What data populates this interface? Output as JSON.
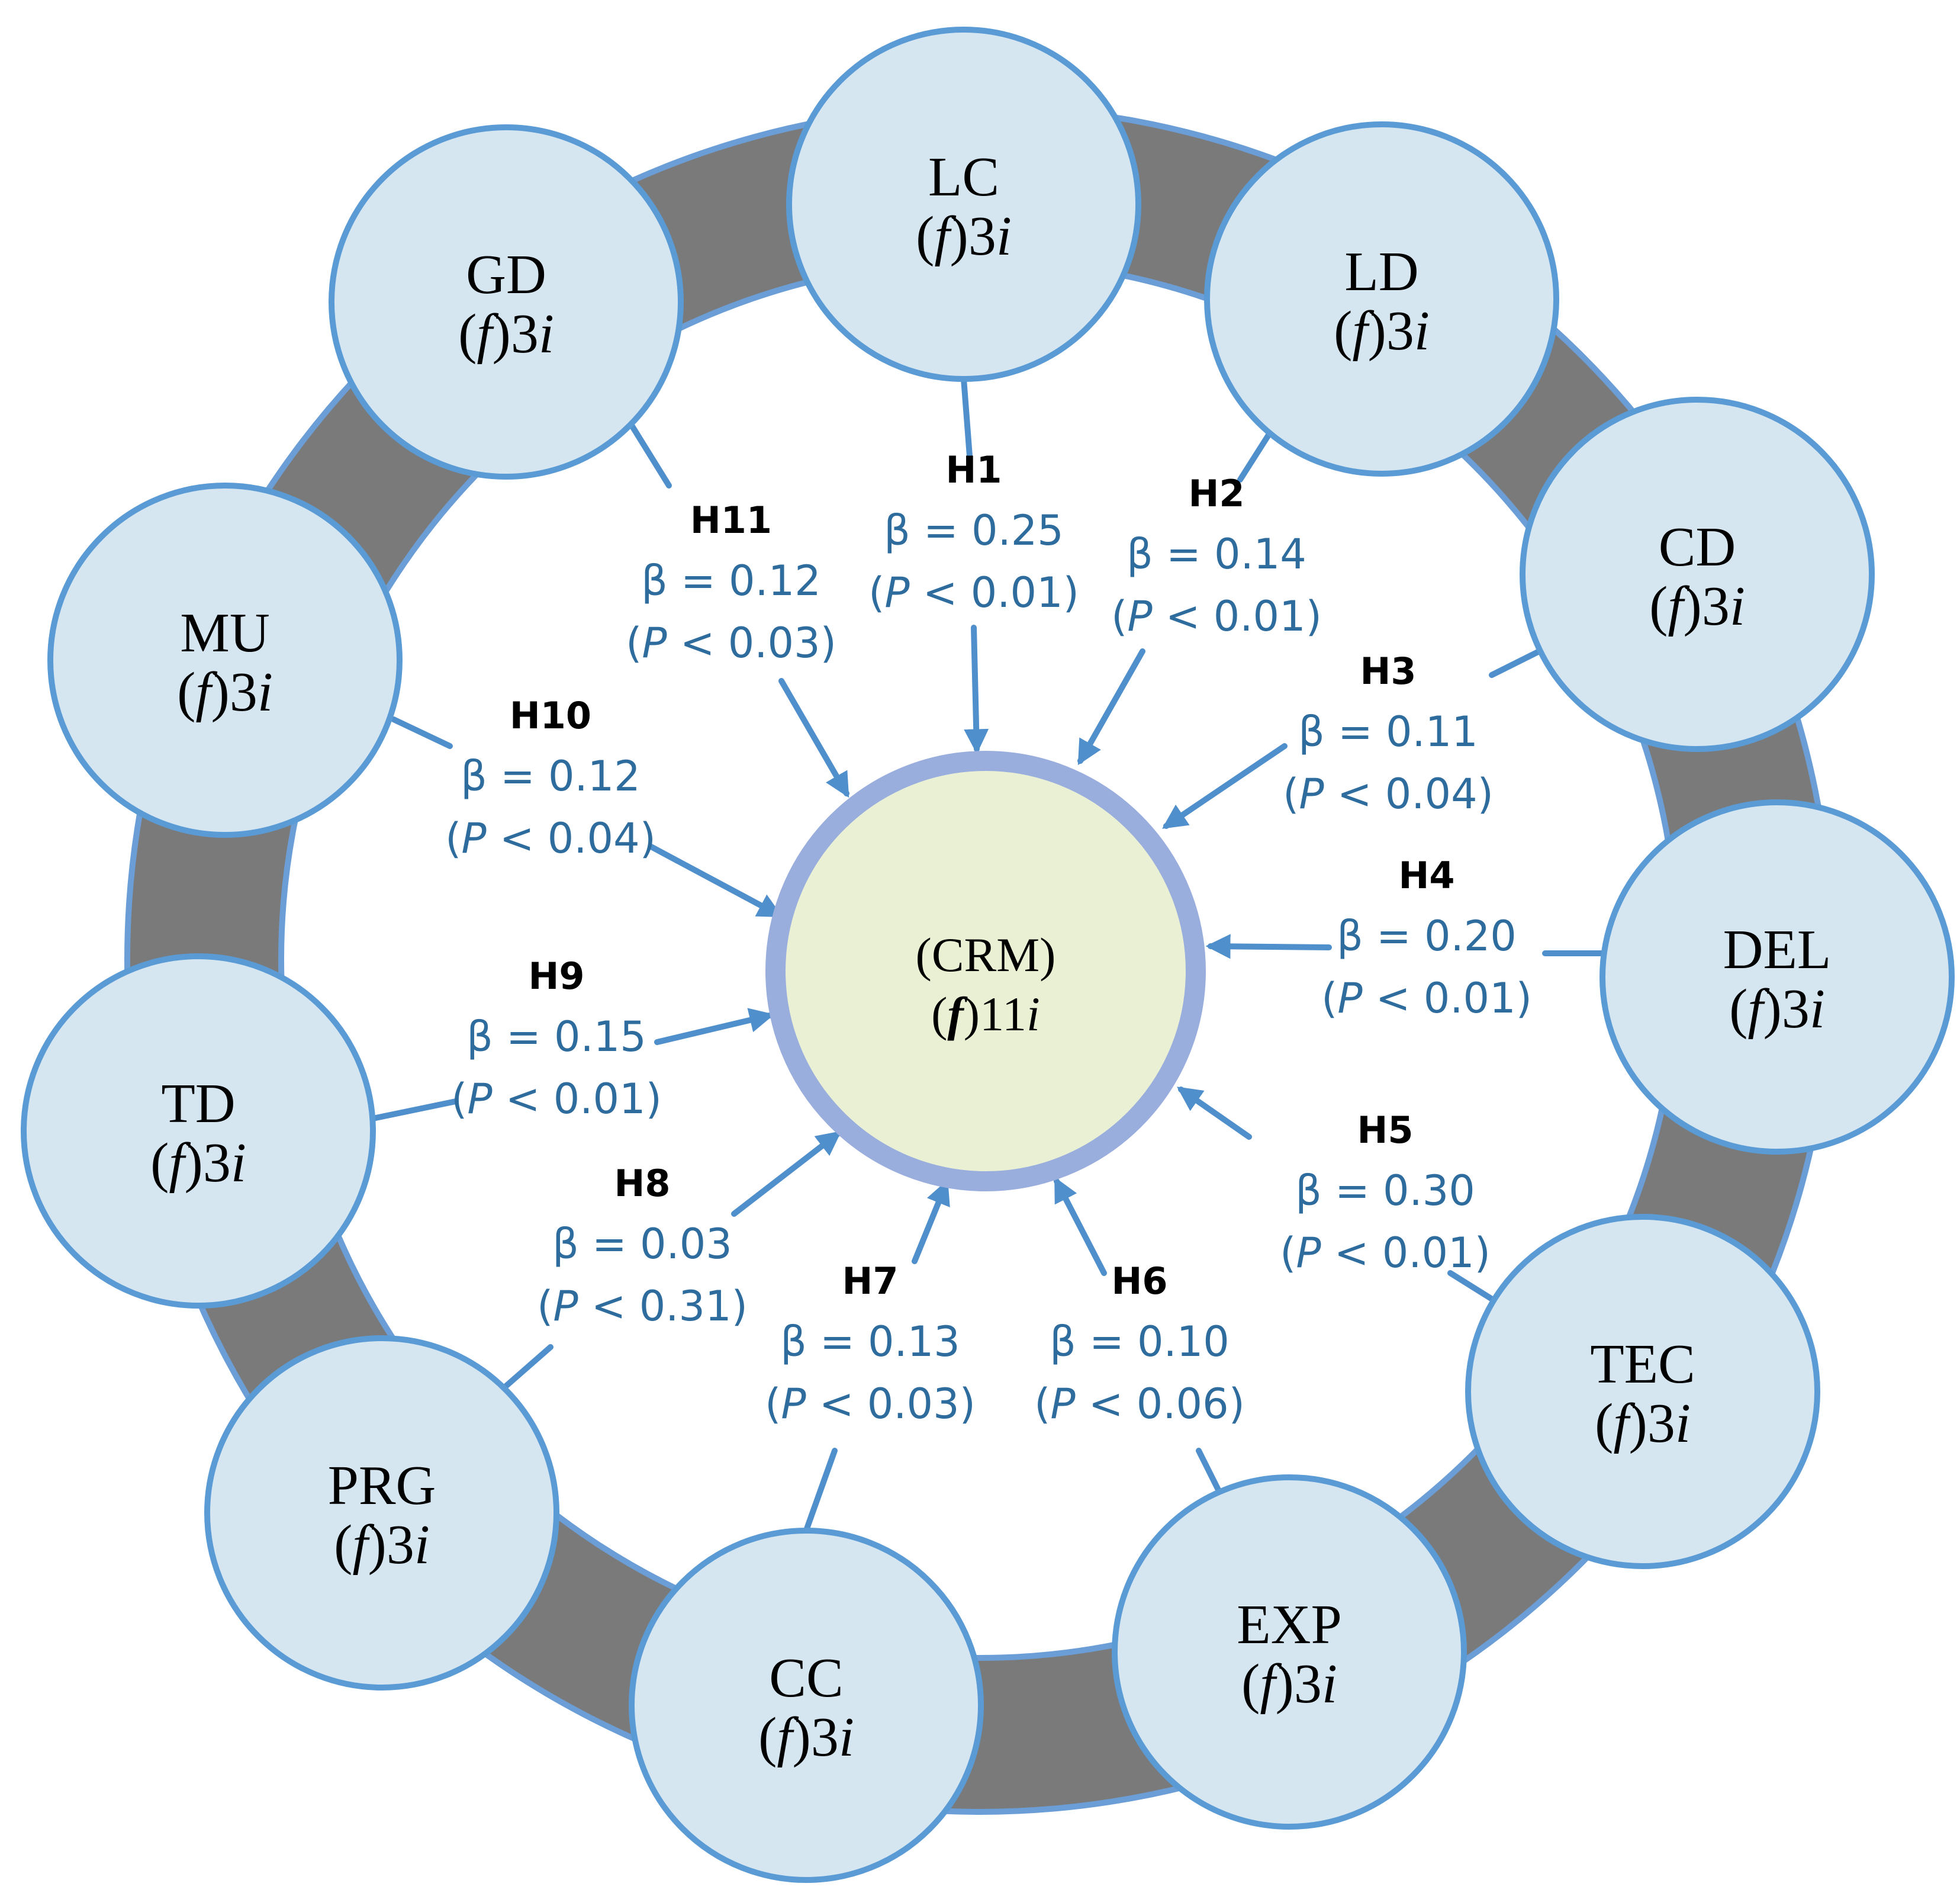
{
  "colors": {
    "ring": "#7a7a7a",
    "ring_edge": "#6b9ed6",
    "node_fill": "#d6e6f0",
    "node_stroke": "#5b9bd5",
    "center_fill": "#eaf0d4",
    "center_ring": "#9aaede",
    "arrow": "#4f8fcc",
    "value_text": "#2e6c9e"
  },
  "center": {
    "name": "(CRM)",
    "formula_f": "f",
    "formula_n": "11",
    "formula_i": "i"
  },
  "nodes": [
    {
      "id": "LC",
      "name": "LC",
      "formula_f": "f",
      "formula_n": "3",
      "formula_i": "i"
    },
    {
      "id": "LD",
      "name": "LD",
      "formula_f": "f",
      "formula_n": "3",
      "formula_i": "i"
    },
    {
      "id": "CD",
      "name": "CD",
      "formula_f": "f",
      "formula_n": "3",
      "formula_i": "i"
    },
    {
      "id": "DEL",
      "name": "DEL",
      "formula_f": "f",
      "formula_n": "3",
      "formula_i": "i"
    },
    {
      "id": "TEC",
      "name": "TEC",
      "formula_f": "f",
      "formula_n": "3",
      "formula_i": "i"
    },
    {
      "id": "EXP",
      "name": "EXP",
      "formula_f": "f",
      "formula_n": "3",
      "formula_i": "i"
    },
    {
      "id": "CC",
      "name": "CC",
      "formula_f": "f",
      "formula_n": "3",
      "formula_i": "i"
    },
    {
      "id": "PRG",
      "name": "PRG",
      "formula_f": "f",
      "formula_n": "3",
      "formula_i": "i"
    },
    {
      "id": "TD",
      "name": "TD",
      "formula_f": "f",
      "formula_n": "3",
      "formula_i": "i"
    },
    {
      "id": "MU",
      "name": "MU",
      "formula_f": "f",
      "formula_n": "3",
      "formula_i": "i"
    },
    {
      "id": "GD",
      "name": "GD",
      "formula_f": "f",
      "formula_n": "3",
      "formula_i": "i"
    }
  ],
  "hypotheses": [
    {
      "from": "LC",
      "label": "H1",
      "beta": "β = 0.25",
      "p_letter": "P",
      "p_rest": " < 0.01)"
    },
    {
      "from": "LD",
      "label": "H2",
      "beta": "β = 0.14",
      "p_letter": "P",
      "p_rest": " < 0.01)"
    },
    {
      "from": "CD",
      "label": "H3",
      "beta": "β = 0.11",
      "p_letter": "P",
      "p_rest": " < 0.04)"
    },
    {
      "from": "DEL",
      "label": "H4",
      "beta": "β = 0.20",
      "p_letter": "P",
      "p_rest": " < 0.01)"
    },
    {
      "from": "TEC",
      "label": "H5",
      "beta": "β = 0.30",
      "p_letter": "P",
      "p_rest": " < 0.01)"
    },
    {
      "from": "EXP",
      "label": "H6",
      "beta": "β = 0.10",
      "p_letter": "P",
      "p_rest": " < 0.06)"
    },
    {
      "from": "CC",
      "label": "H7",
      "beta": "β = 0.13",
      "p_letter": "P",
      "p_rest": " < 0.03)"
    },
    {
      "from": "PRG",
      "label": "H8",
      "beta": "β = 0.03",
      "p_letter": "P",
      "p_rest": " < 0.31)"
    },
    {
      "from": "TD",
      "label": "H9",
      "beta": "β = 0.15",
      "p_letter": "P",
      "p_rest": " < 0.01)"
    },
    {
      "from": "MU",
      "label": "H10",
      "beta": "β = 0.12",
      "p_letter": "P",
      "p_rest": " < 0.04)"
    },
    {
      "from": "GD",
      "label": "H11",
      "beta": "β = 0.12",
      "p_letter": "P",
      "p_rest": " < 0.03)"
    }
  ]
}
